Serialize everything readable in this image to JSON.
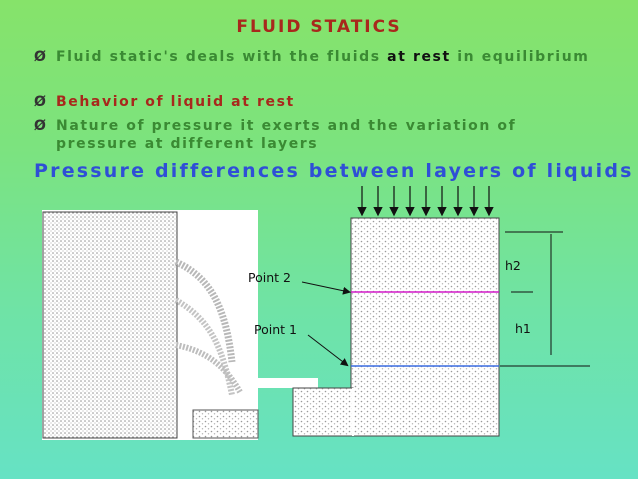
{
  "title": "FLUID STATICS",
  "bullet_mark": "Ø",
  "bullets": [
    {
      "pre": "Fluid static's deals with the fluids ",
      "highlight": "at rest",
      "post": " in equilibrium"
    },
    {
      "text": "Behavior of liquid at rest"
    },
    {
      "text": "Nature of pressure it exerts and the variation of pressure at different layers"
    }
  ],
  "heading": "Pressure differences between layers of liquids",
  "figure": {
    "label_point2": "Point 2",
    "label_point1": "Point 1",
    "label_h2": "h2",
    "label_h1": "h1",
    "colors": {
      "point2_line": "#d21ac8",
      "point1_line": "#3a6be0"
    }
  }
}
